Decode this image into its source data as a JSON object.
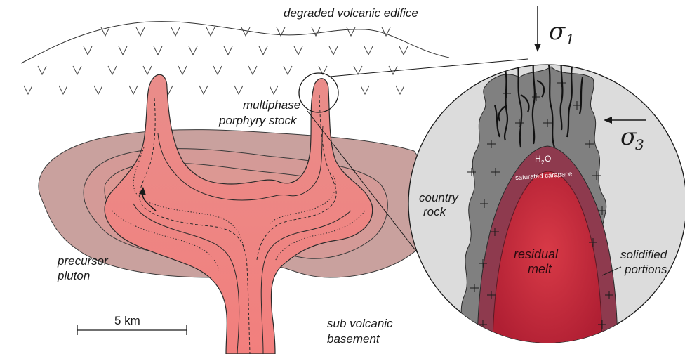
{
  "labels": {
    "edifice": "degraded volcanic edifice",
    "stock_line1": "multiphase",
    "stock_line2": "porphyry stock",
    "pluton_line1": "precursor",
    "pluton_line2": "pluton",
    "basement_line1": "sub volcanic",
    "basement_line2": "basement",
    "scale": "5 km",
    "sigma1_symbol": "σ",
    "sigma1_sub": "1",
    "sigma3_symbol": "σ",
    "sigma3_sub": "3",
    "country_line1": "country",
    "country_line2": "rock",
    "h2o_h": "H",
    "h2o_sub": "2",
    "h2o_o": "O",
    "carapace": "saturated carapace",
    "melt_line1": "residual",
    "melt_line2": "melt",
    "solid_line1": "solidified",
    "solid_line2": "portions"
  },
  "colors": {
    "pluton_outer": "#c9a19e",
    "pluton_mid": "#d79896",
    "pluton_inner": "#e89d97",
    "stock": "#ef8b86",
    "inset_bg": "#dcdcdc",
    "solidified": "#808080",
    "carapace": "#8e3a4e",
    "melt": "#c8283a"
  }
}
